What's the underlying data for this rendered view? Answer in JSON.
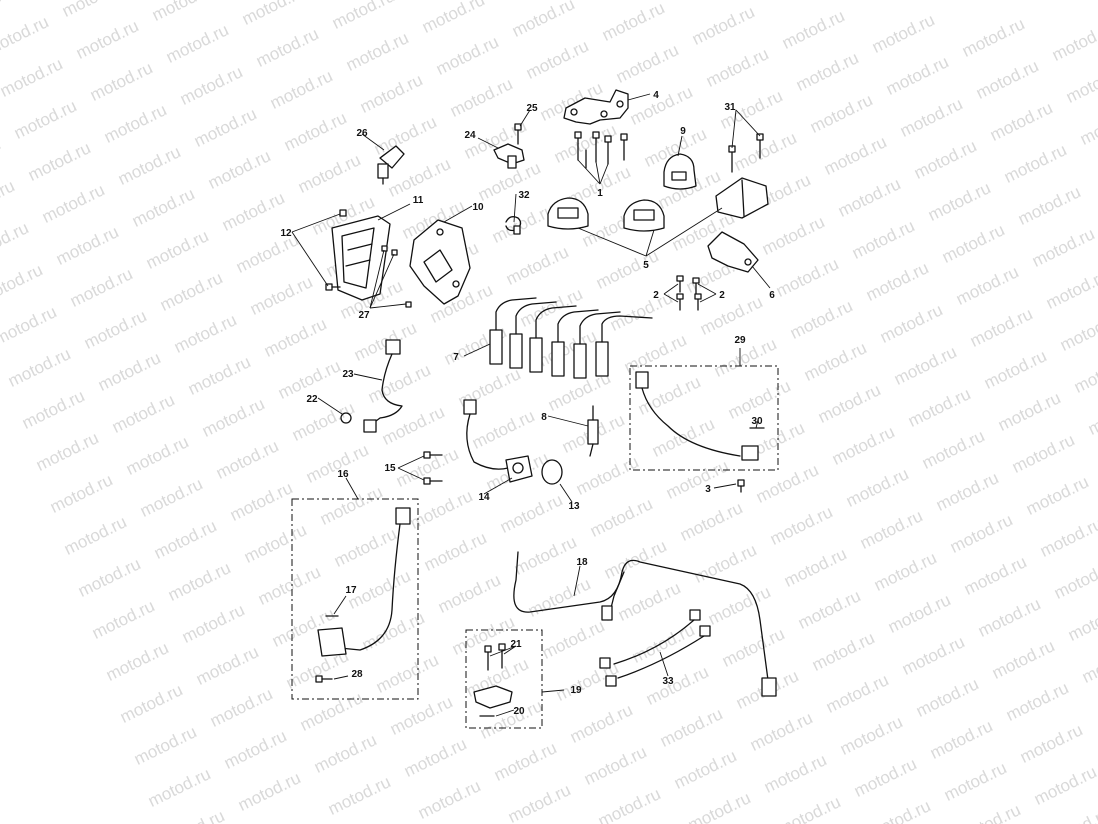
{
  "watermark": {
    "text": "motod.ru",
    "color": "#d9d9d9"
  },
  "diagram": {
    "type": "exploded-parts-diagram",
    "callouts": {
      "c1": "1",
      "c2a": "2",
      "c2b": "2",
      "c3": "3",
      "c4": "4",
      "c5": "5",
      "c6": "6",
      "c7": "7",
      "c8": "8",
      "c9": "9",
      "c10": "10",
      "c11": "11",
      "c12": "12",
      "c13": "13",
      "c14": "14",
      "c15": "15",
      "c16": "16",
      "c17": "17",
      "c18": "18",
      "c19": "19",
      "c20": "20",
      "c21": "21",
      "c22": "22",
      "c23": "23",
      "c24": "24",
      "c25": "25",
      "c26": "26",
      "c27": "27",
      "c28": "28",
      "c29": "29",
      "c30": "30",
      "c31": "31",
      "c32": "32",
      "c33": "33"
    }
  }
}
